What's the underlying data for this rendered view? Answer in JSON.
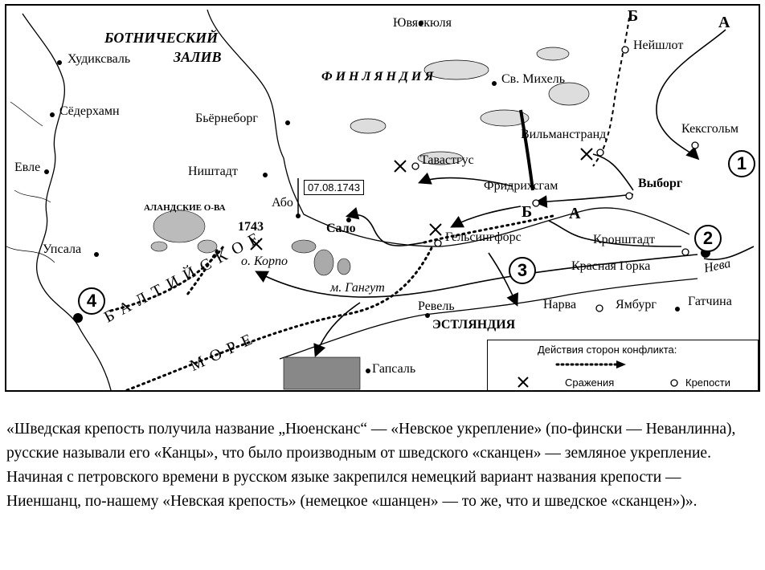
{
  "map": {
    "regions": {
      "gulf_line1": "БОТНИЧЕСКИЙ",
      "gulf_line2": "ЗАЛИВ",
      "finland": "Ф И Н Л Я Н Д И Я",
      "aland": "АЛАНДСКИЕ О-ВА",
      "estland": "ЭСТЛЯНДИЯ",
      "sea_word1": "Б А Л Т И Й С К О Е",
      "sea_word2": "М О Р Е",
      "neva": "Нева"
    },
    "cities": {
      "hudiksvall": "Худиксваль",
      "soderhamn": "Сёдерхамн",
      "evle": "Евле",
      "upsala": "Упсала",
      "bjorneborg": "Бьёрнеборг",
      "nishtadt": "Ништадт",
      "abo": "Або",
      "salo": "Сало",
      "jyvaskyla": "Ювяскюля",
      "st_michel": "Св. Михель",
      "neishlot": "Нейшлот",
      "kexholm": "Кексгольм",
      "vilmanstrand": "Вильманстранд",
      "tavastgus": "Тавастгус",
      "fridrikhsgam": "Фридрихсгам",
      "vyborg": "Выборг",
      "gelsingfors": "Гельсингфорс",
      "kronshtadt": "Кронштадт",
      "krasnaya_gorka": "Красная Горка",
      "narva": "Нарва",
      "yamburg": "Ямбург",
      "gatchina": "Гатчина",
      "revel": "Ревель",
      "gapsal": "Гапсаль",
      "korpo": "о. Корпо",
      "gangut": "м. Гангут"
    },
    "marks": {
      "b_top": "Б",
      "a_top": "А",
      "b_mid": "Б",
      "a_mid": "А",
      "year_1743": "1743",
      "date_box": "07.08.1743"
    },
    "numbers": [
      "1",
      "2",
      "3",
      "4"
    ],
    "legend": {
      "title": "Действия сторон конфликта:",
      "battles": "Сражения",
      "fortresses": "Крепости"
    }
  },
  "caption": {
    "text": "«Шведская крепость получила название „Нюенсканс“ — «Невское укрепление» (по-фински — Неванлинна), русские называли его «Канцы», что было производным от шведского «сканцен» — земляное укрепление. Начиная с петровского времени в русском языке закрепился немецкий вариант названия крепости — Ниеншанц, по-нашему «Невская крепость» (немецкое «шанцен» — то же, что и шведское «сканцен»)»."
  }
}
